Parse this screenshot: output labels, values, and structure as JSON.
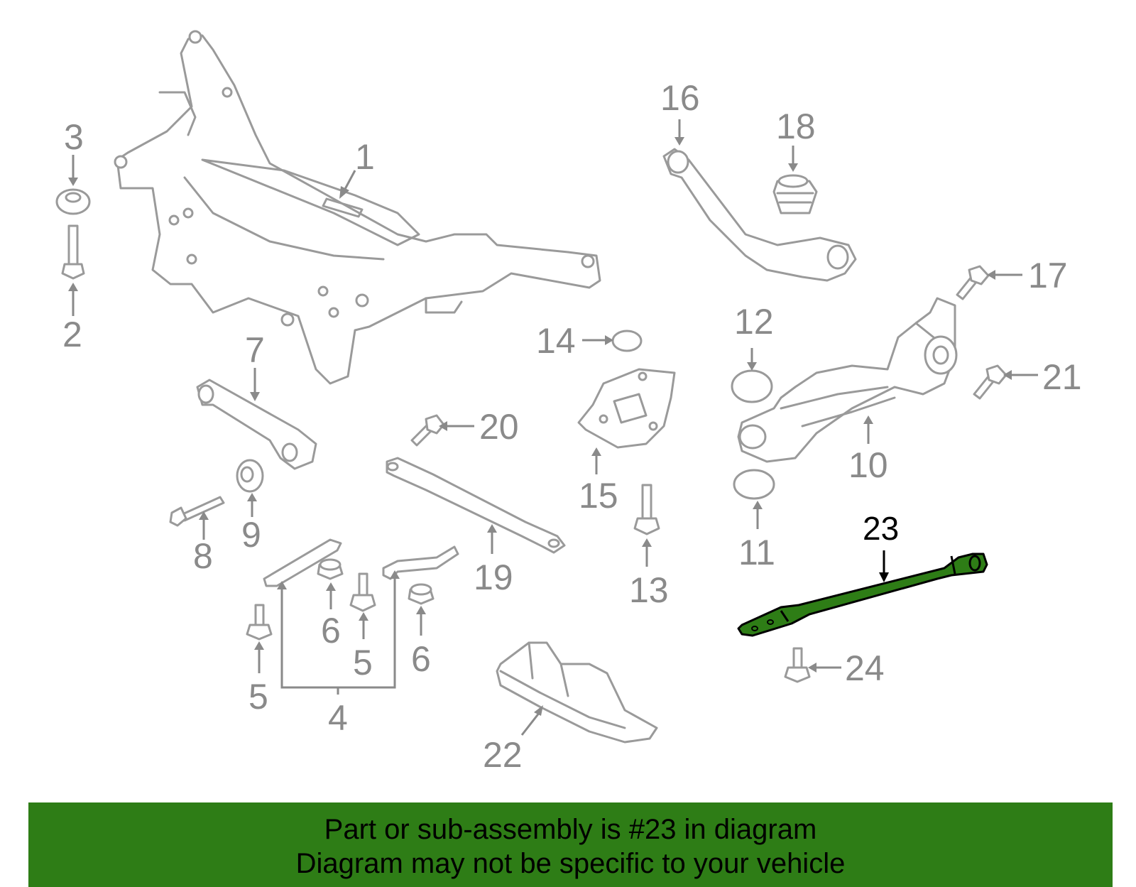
{
  "diagram": {
    "highlighted_part": "23",
    "labels": {
      "l1": "1",
      "l2": "2",
      "l3": "3",
      "l4": "4",
      "l5a": "5",
      "l5b": "5",
      "l6a": "6",
      "l6b": "6",
      "l7": "7",
      "l8": "8",
      "l9": "9",
      "l10": "10",
      "l11": "11",
      "l12": "12",
      "l13": "13",
      "l14": "14",
      "l15": "15",
      "l16": "16",
      "l17": "17",
      "l18": "18",
      "l19": "19",
      "l20": "20",
      "l21": "21",
      "l22": "22",
      "l23": "23",
      "l24": "24"
    },
    "colors": {
      "line_art": "#9a9a9a",
      "highlight": "#2e7d16",
      "banner_bg": "#2e7d16"
    }
  },
  "banner": {
    "line1": "Part or sub-assembly is #23 in diagram",
    "line2": "Diagram may not be specific to your vehicle"
  }
}
